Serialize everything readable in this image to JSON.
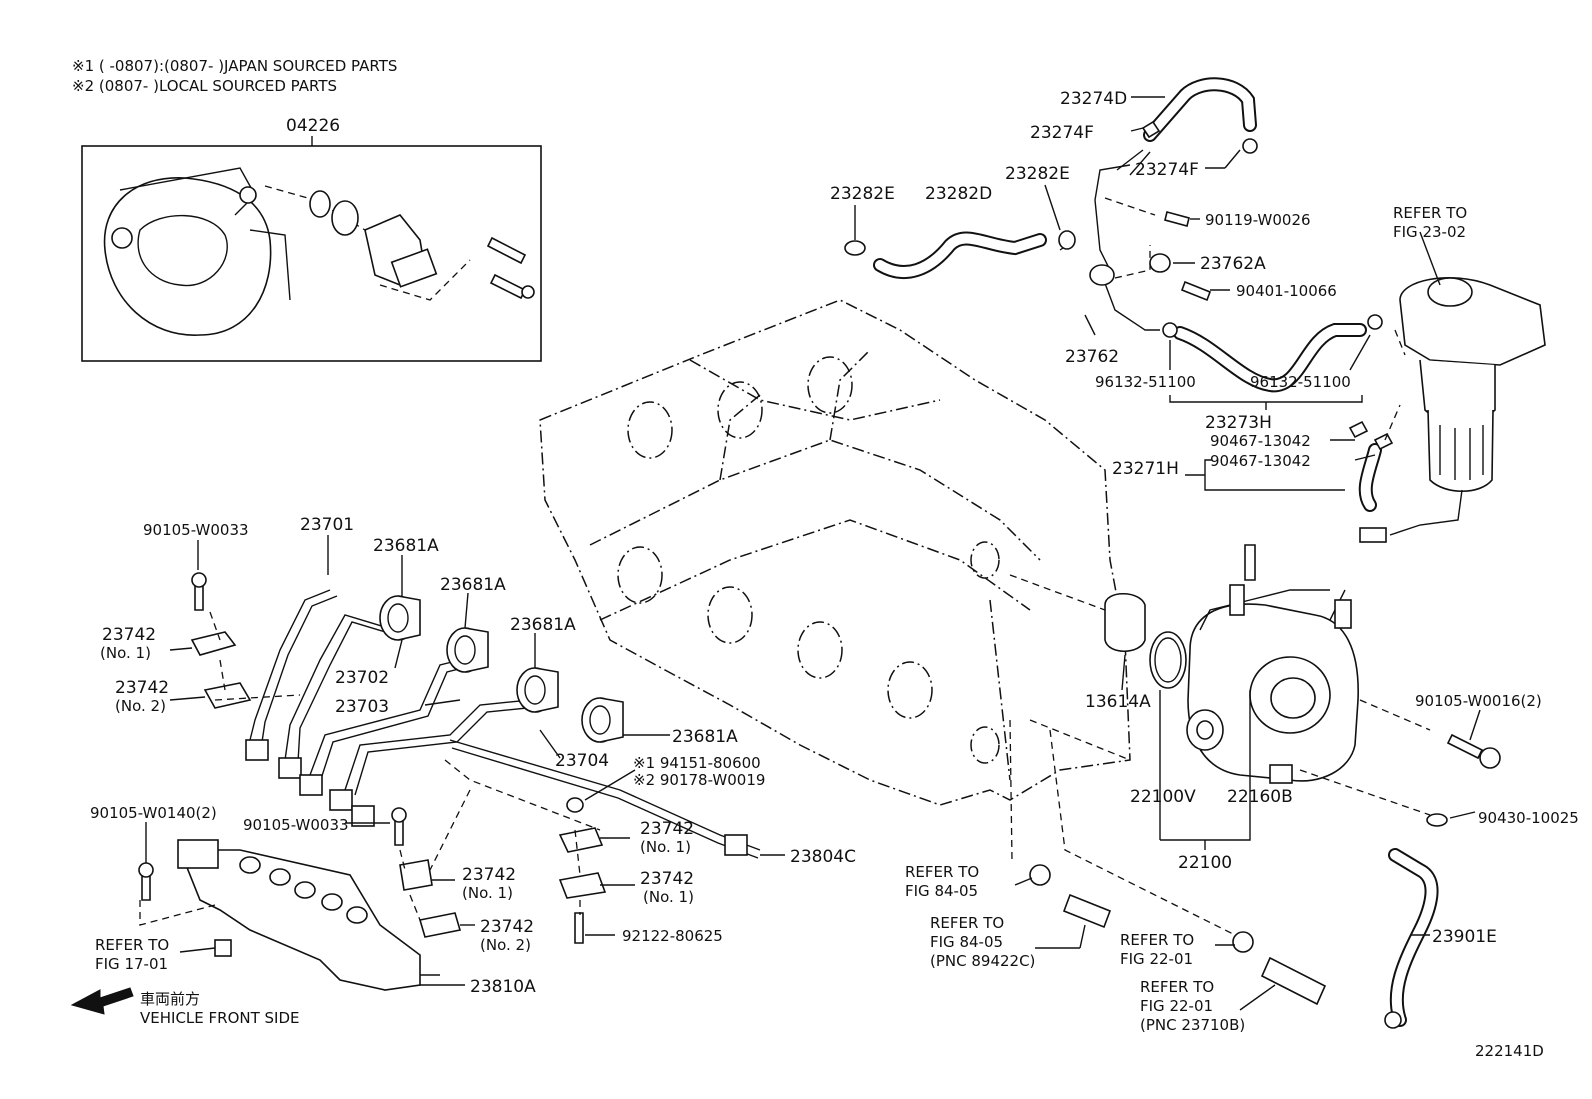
{
  "notes": {
    "note1": "※1 (      -0807):(0807-      )JAPAN SOURCED PARTS",
    "note2": "※2 (0807-      )LOCAL SOURCED PARTS"
  },
  "figure_id": "222141D",
  "direction": {
    "japanese": "車両前方",
    "english": "VEHICLE FRONT SIDE"
  },
  "labels": {
    "p04226": "04226",
    "p23274D": "23274D",
    "p23274F_a": "23274F",
    "p23274F_b": "23274F",
    "p23282E_a": "23282E",
    "p23282D": "23282D",
    "p23282E_b": "23282E",
    "p90119": "90119-W0026",
    "p23762A": "23762A",
    "p90401": "90401-10066",
    "p23762": "23762",
    "p96132_a": "96132-51100",
    "p96132_b": "96132-51100",
    "p23273H": "23273H",
    "p90467_a": "90467-13042",
    "p90467_b": "90467-13042",
    "p23271H": "23271H",
    "refer_23_02_a": "REFER TO",
    "refer_23_02_b": "FIG 23-02",
    "p90105_W0033_a": "90105-W0033",
    "p23701": "23701",
    "p23681A_a": "23681A",
    "p23681A_b": "23681A",
    "p23681A_c": "23681A",
    "p23681A_d": "23681A",
    "p23742_no1_a": "23742",
    "p23742_no1_a_sub": "(No. 1)",
    "p23742_no2_a": "23742",
    "p23742_no2_a_sub": "(No. 2)",
    "p23702": "23702",
    "p23703": "23703",
    "p23704": "23704",
    "p194151": "※1 94151-80600",
    "p90178": "※2 90178-W0019",
    "p90105_W0140": "90105-W0140(2)",
    "p90105_W0033_b": "90105-W0033",
    "p23742_no1_b": "23742",
    "p23742_no1_b_sub": "(No. 1)",
    "p23804C": "23804C",
    "p23742_no1_c": "23742",
    "p23742_no1_c_sub": "(No. 1)",
    "p23742_no1_d": "23742",
    "p23742_no1_d_sub": "(No. 1)",
    "p23742_no2_b": "23742",
    "p23742_no2_b_sub": "(No. 2)",
    "p92122": "92122-80625",
    "refer_17_01_a": "REFER TO",
    "refer_17_01_b": "FIG 17-01",
    "p23810A": "23810A",
    "p13614A": "13614A",
    "p22100V": "22100V",
    "p22160B": "22160B",
    "p22100": "22100",
    "p90105_W0016": "90105-W0016(2)",
    "p90430": "90430-10025",
    "refer_84_05_a1": "REFER TO",
    "refer_84_05_a2": "FIG 84-05",
    "refer_84_05_b1": "REFER TO",
    "refer_84_05_b2": "FIG 84-05",
    "refer_84_05_b3": "(PNC 89422C)",
    "refer_22_01_a1": "REFER TO",
    "refer_22_01_a2": "FIG 22-01",
    "refer_22_01_b1": "REFER TO",
    "refer_22_01_b2": "FIG 22-01",
    "refer_22_01_b3": "(PNC 23710B)",
    "p23901E": "23901E"
  }
}
